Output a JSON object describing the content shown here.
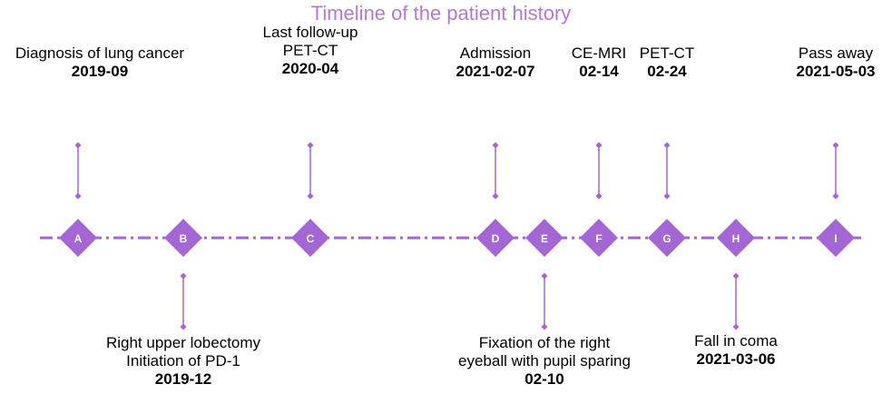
{
  "title": "Timeline of the patient history",
  "colors": {
    "accent": "#a366d4",
    "title": "#b07bd6",
    "text": "#000000"
  },
  "events": [
    {
      "marker": "A",
      "label_lines": [
        "Diagnosis of lung cancer"
      ],
      "date": "2019-09",
      "side": "top"
    },
    {
      "marker": "B",
      "label_lines": [
        "Right upper lobectomy",
        "Initiation of PD-1"
      ],
      "date": "2019-12",
      "side": "bottom"
    },
    {
      "marker": "C",
      "label_lines": [
        "Last follow-up",
        "PET-CT"
      ],
      "date": "2020-04",
      "side": "top"
    },
    {
      "marker": "D",
      "label_lines": [
        "Admission"
      ],
      "date": "2021-02-07",
      "side": "top"
    },
    {
      "marker": "E",
      "label_lines": [
        "Fixation of the right",
        "eyeball with pupil sparing"
      ],
      "date": "02-10",
      "side": "bottom"
    },
    {
      "marker": "F",
      "label_lines": [
        "CE-MRI"
      ],
      "date": "02-14",
      "side": "top"
    },
    {
      "marker": "G",
      "label_lines": [
        "PET-CT"
      ],
      "date": "02-24",
      "side": "top"
    },
    {
      "marker": "H",
      "label_lines": [
        "Fall in coma"
      ],
      "date": "2021-03-06",
      "side": "bottom"
    },
    {
      "marker": "I",
      "label_lines": [
        "Pass away"
      ],
      "date": "2021-05-03",
      "side": "top"
    }
  ]
}
